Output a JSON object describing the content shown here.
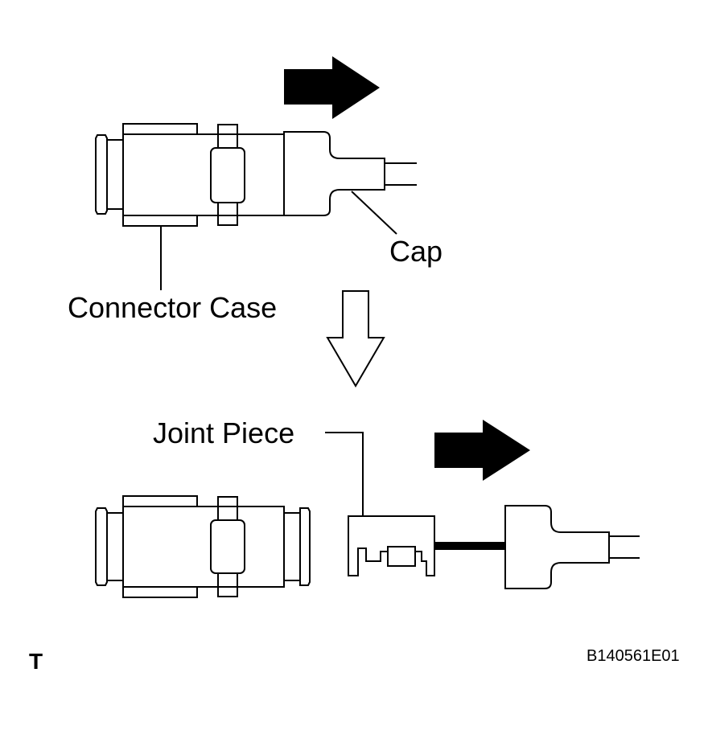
{
  "labels": {
    "cap": "Cap",
    "connector_case": "Connector Case",
    "joint_piece": "Joint Piece",
    "corner_mark": "T",
    "figure_id": "B140561E01"
  }
}
